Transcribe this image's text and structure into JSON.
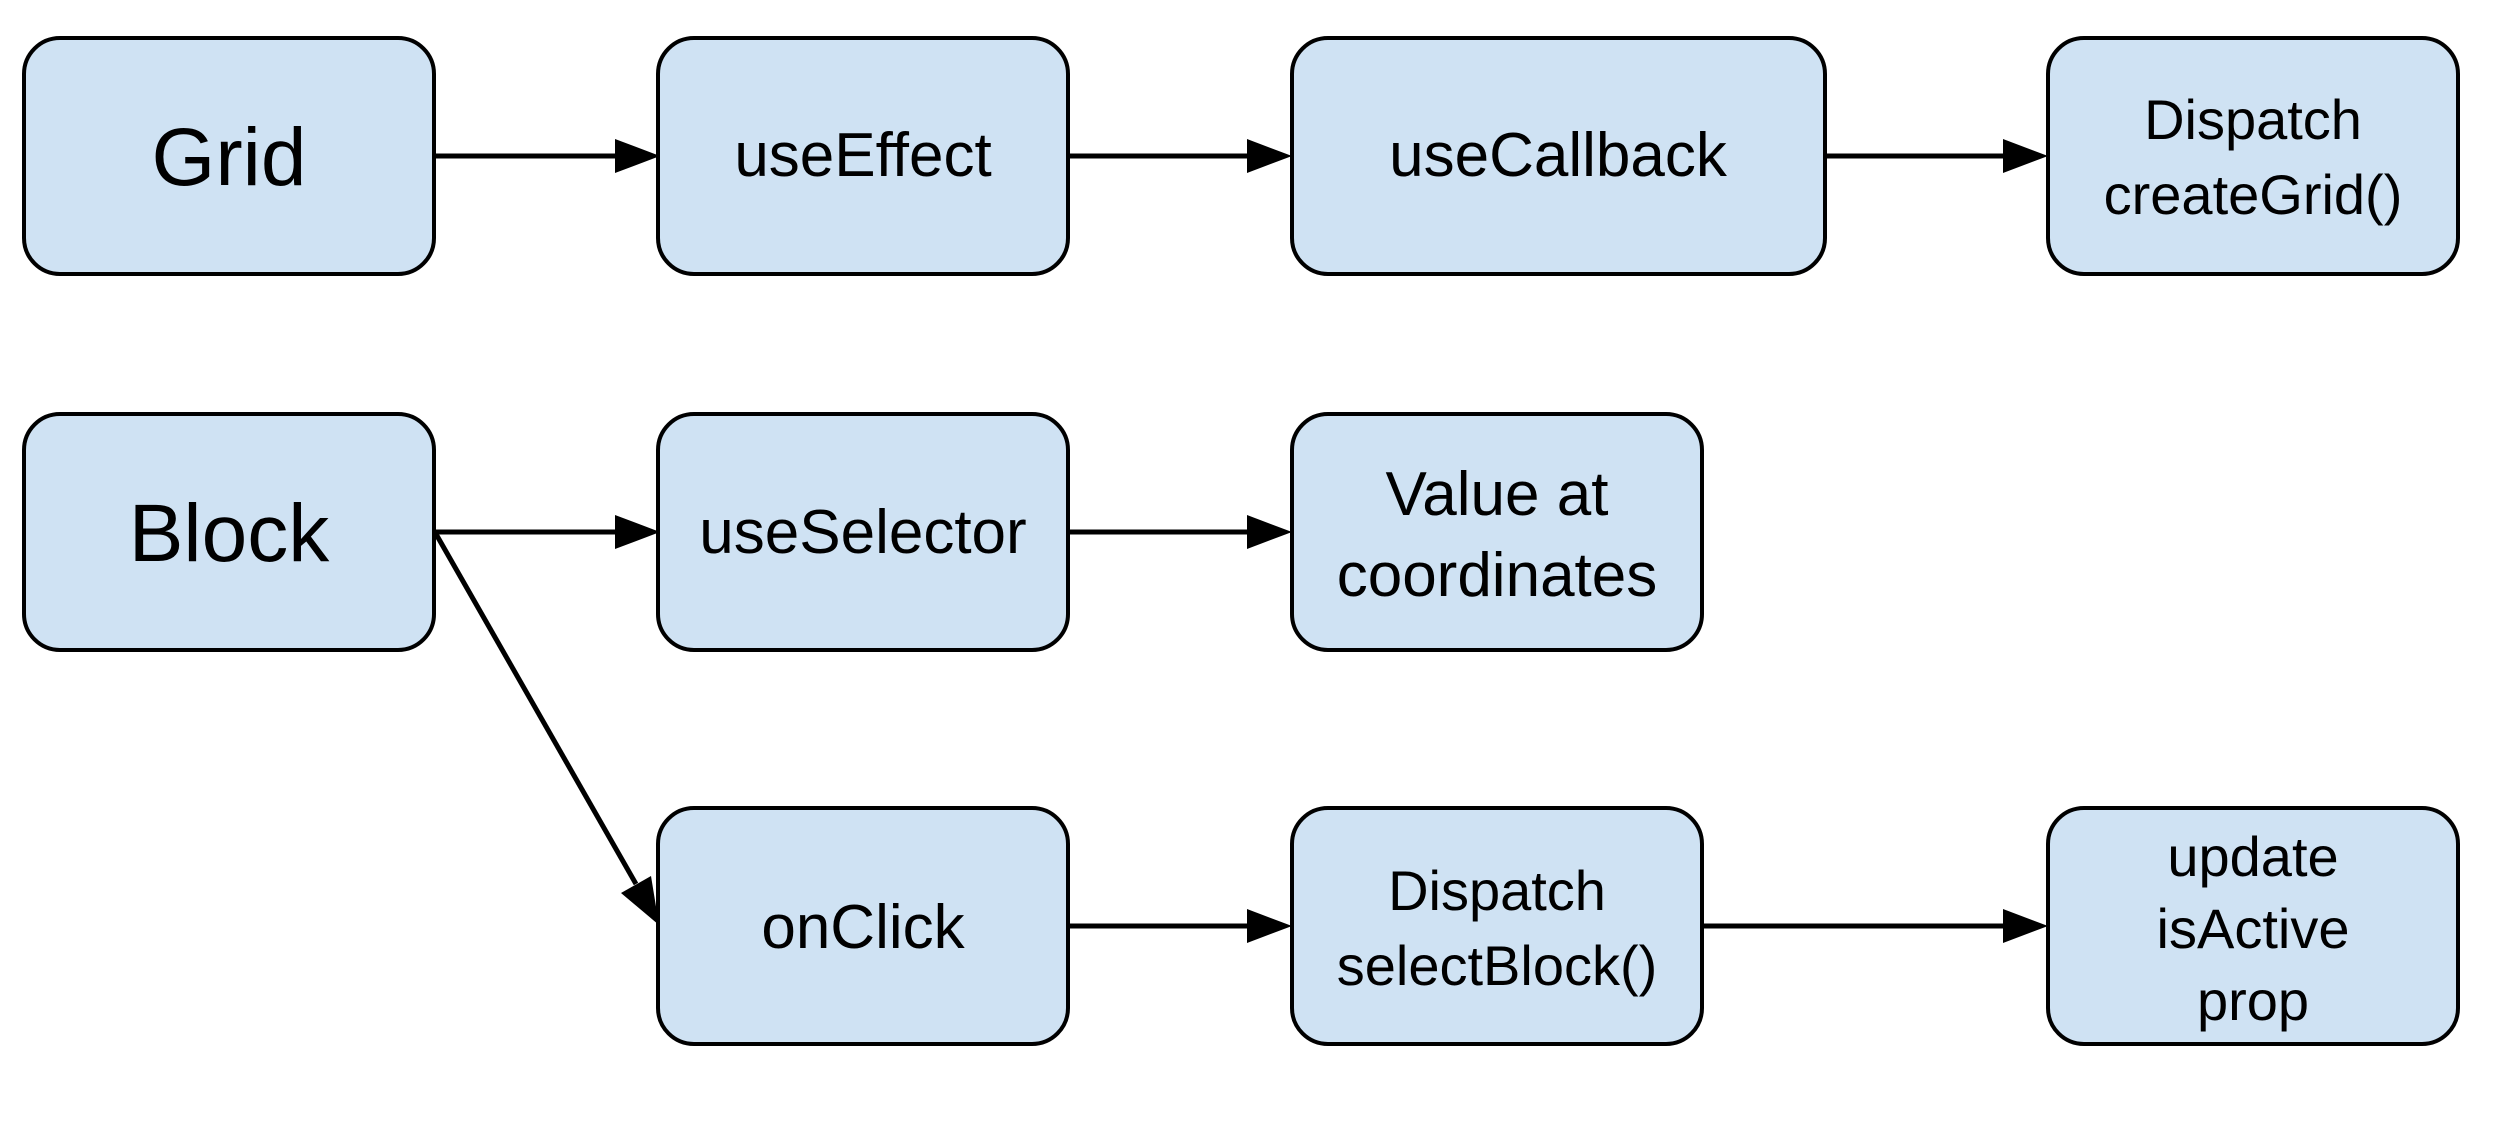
{
  "diagram": {
    "nodes": {
      "grid": {
        "lines": [
          "Grid"
        ]
      },
      "use_effect": {
        "lines": [
          "useEffect"
        ]
      },
      "use_callback": {
        "lines": [
          "useCallback"
        ]
      },
      "dispatch_create_grid": {
        "lines": [
          "Dispatch",
          "createGrid()"
        ]
      },
      "block": {
        "lines": [
          "Block"
        ]
      },
      "use_selector": {
        "lines": [
          "useSelector"
        ]
      },
      "value_at_coordinates": {
        "lines": [
          "Value at",
          "coordinates"
        ]
      },
      "on_click": {
        "lines": [
          "onClick"
        ]
      },
      "dispatch_select_block": {
        "lines": [
          "Dispatch",
          "selectBlock()"
        ]
      },
      "update_is_active_prop": {
        "lines": [
          "update",
          "isActive",
          "prop"
        ]
      }
    },
    "edges": [
      {
        "from": "grid",
        "to": "use_effect"
      },
      {
        "from": "use_effect",
        "to": "use_callback"
      },
      {
        "from": "use_callback",
        "to": "dispatch_create_grid"
      },
      {
        "from": "block",
        "to": "use_selector"
      },
      {
        "from": "use_selector",
        "to": "value_at_coordinates"
      },
      {
        "from": "block",
        "to": "on_click"
      },
      {
        "from": "on_click",
        "to": "dispatch_select_block"
      },
      {
        "from": "dispatch_select_block",
        "to": "update_is_active_prop"
      }
    ]
  }
}
